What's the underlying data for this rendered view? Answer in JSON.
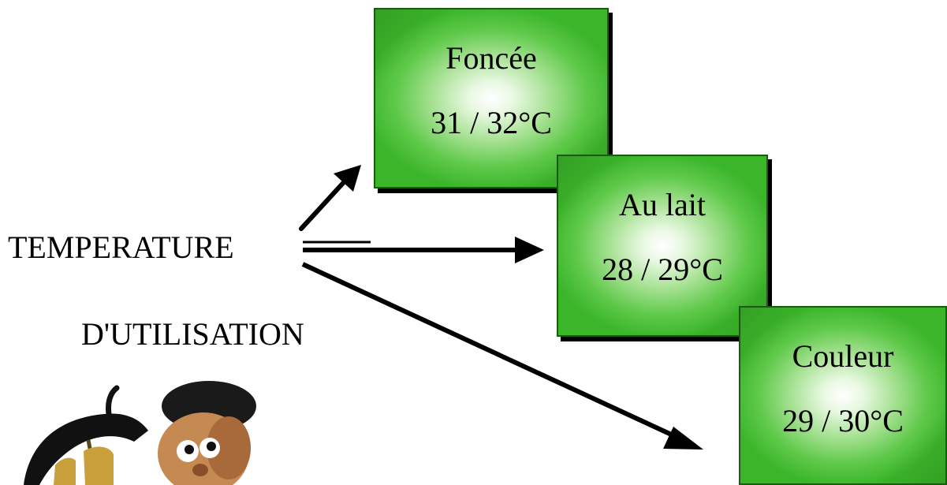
{
  "heading": {
    "line1": "TEMPERATURE",
    "line2": "D'UTILISATION"
  },
  "boxes": [
    {
      "label": "Foncée",
      "temperature": "31 / 32°C"
    },
    {
      "label": "Au lait",
      "temperature": "28 / 29°C"
    },
    {
      "label": "Couleur",
      "temperature": "29 / 30°C"
    }
  ],
  "colors": {
    "box_fill": "#3bb52a",
    "box_highlight": "#ffffff",
    "box_border": "#1c5a12",
    "arrow": "#000000"
  },
  "illustration": {
    "subject": "cartoon character holding an umbrella",
    "icon": "umbrella-mascot-illustration"
  }
}
